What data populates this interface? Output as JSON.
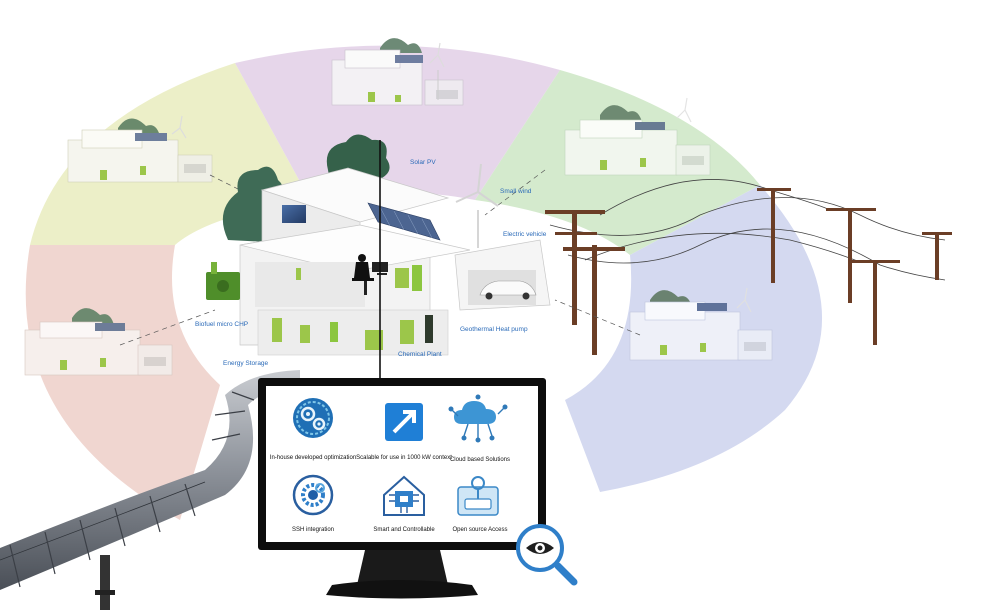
{
  "components": {
    "solar_pv": "Solar PV",
    "small_wind": "Small wind",
    "electric_vehicle": "Electric vehicle",
    "biofuel_micro_chp": "Biofuel micro CHP",
    "geothermal_heat_pump": "Geothermal Heat pump",
    "chemical_plant": "Chemical Plant",
    "energy_storage": "Energy Storage"
  },
  "monitor": {
    "tiles": [
      {
        "label": "In-house developed optimization",
        "icon": "gears-circle-icon"
      },
      {
        "label": "Scalable for use in 1000 kW context",
        "icon": "expand-arrow-icon"
      },
      {
        "label": "Cloud based Solutions",
        "icon": "cloud-network-icon"
      },
      {
        "label": "SSH integration",
        "icon": "gear-cog-icon"
      },
      {
        "label": "Smart and Controllable",
        "icon": "smart-home-circuit-icon"
      },
      {
        "label": "Open source Access",
        "icon": "open-source-icon"
      }
    ]
  },
  "ring_colors": {
    "yellow": "#ecefc8",
    "pink": "#f0d6d0",
    "purple": "#e6d6ea",
    "green": "#d4eacd",
    "blue": "#d4d9f0"
  },
  "accent": {
    "green": "#8cc63f",
    "blue": "#2f7fc9"
  }
}
